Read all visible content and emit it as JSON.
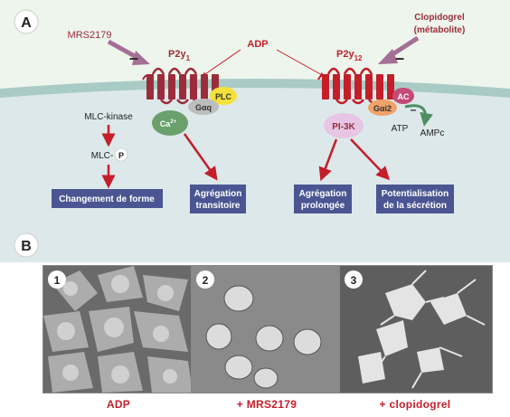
{
  "panel_a": {
    "label": "A",
    "adp": "ADP",
    "mrs2179": "MRS2179",
    "clopidogrel_line1": "Clopidogrel",
    "clopidogrel_line2": "(métabolite)",
    "p2y1_main": "P2y",
    "p2y1_sub": "1",
    "p2y12_main": "P2y",
    "p2y12_sub": "12",
    "minus": "–",
    "plc": "PLC",
    "gaq": "Gαq",
    "ca": "Ca",
    "ca_sup": "2+",
    "ac": "AC",
    "gai2": "Gαi2",
    "pi3k": "PI-3K",
    "atp": "ATP",
    "ampc": "AMPc",
    "mlc_kinase": "MLC-kinase",
    "mlc": "MLC-",
    "p": "P",
    "box_shape": "Changement de forme",
    "box_transient_1": "Agrégation",
    "box_transient_2": "transitoire",
    "box_prolonged_1": "Agrégation",
    "box_prolonged_2": "prolongée",
    "box_secretion_1": "Potentialisation",
    "box_secretion_2": "de la sécrétion"
  },
  "panel_b": {
    "label": "B",
    "images": [
      {
        "number": "1",
        "caption": "ADP"
      },
      {
        "number": "2",
        "caption": "+ MRS2179"
      },
      {
        "number": "3",
        "caption": "+ clopidogrel"
      }
    ]
  },
  "colors": {
    "receptor_p2y1": "#9b2d3a",
    "receptor_p2y12": "#c41e2a",
    "arrow_red": "#c41e2a",
    "box_fill": "#4b5592",
    "membrane": "#a9cbc6",
    "cytoplasm": "#dde8ea",
    "extracellular": "#eef5ec",
    "inhibitor_arrow": "#a56f95",
    "plc": "#f4e23a",
    "ca": "#6aa06c",
    "pi3k": "#e6c6e2",
    "ac": "#c44a78",
    "gai2": "#f0a268",
    "gaq": "#bdbdbd",
    "green_arrow": "#4d8f63"
  }
}
